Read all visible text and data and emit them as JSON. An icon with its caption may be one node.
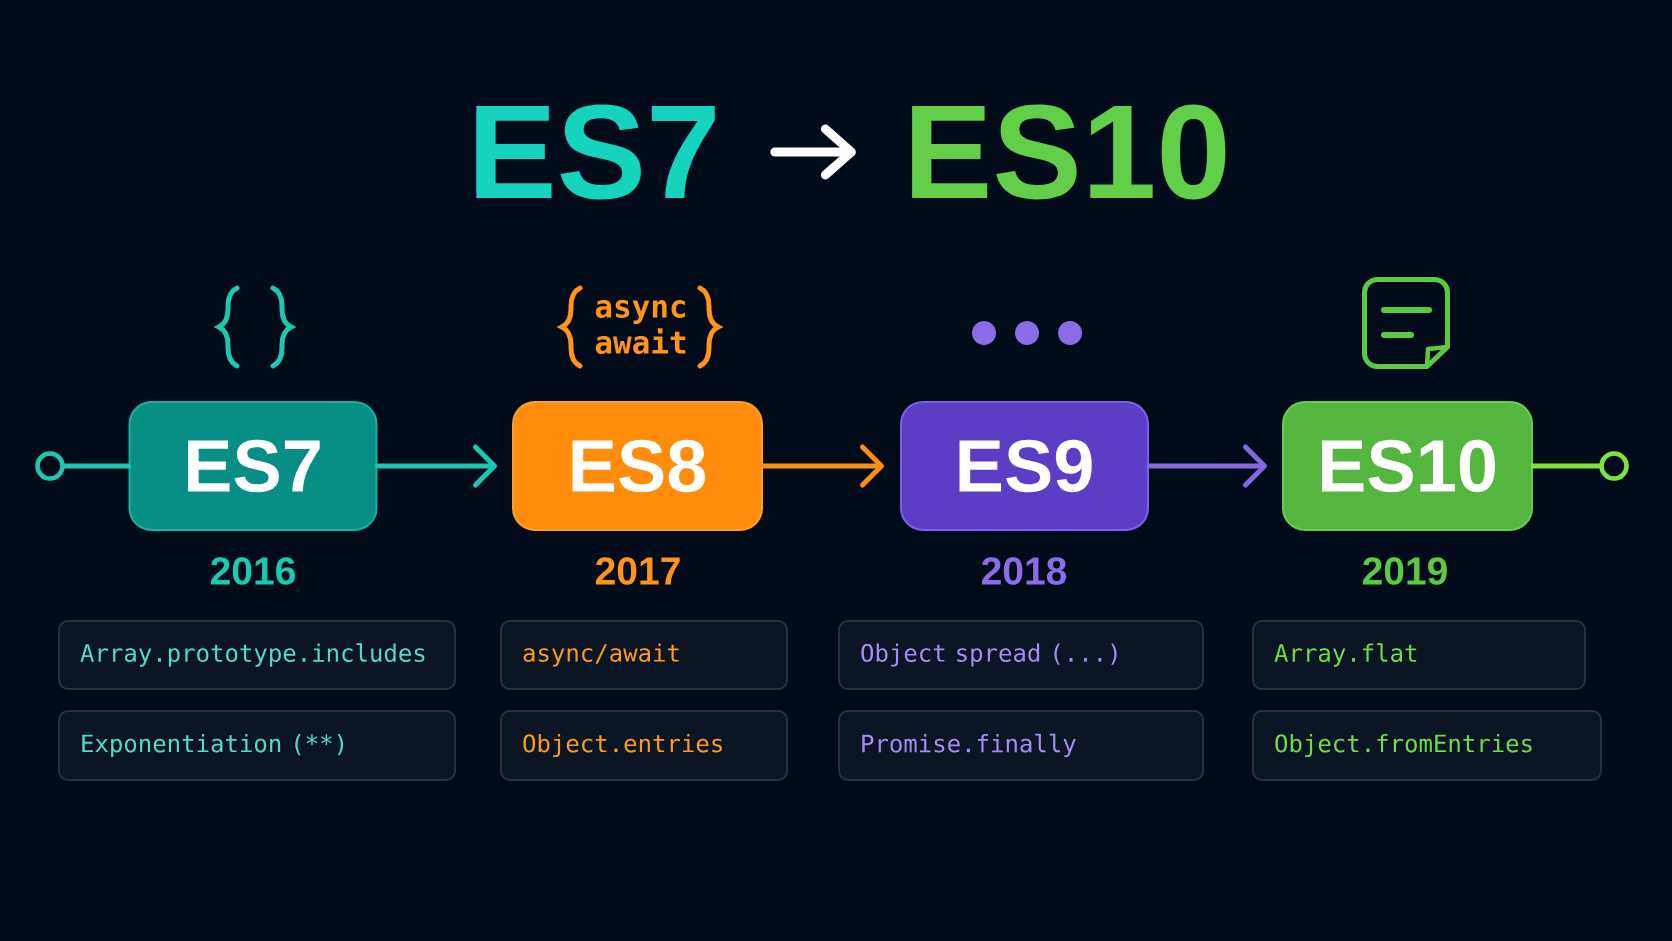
{
  "diagram": {
    "nodes": [
      {
        "text": [
          "ES7"
        ]
      },
      {
        "text": [
          "ES10"
        ]
      },
      {
        "text": [],
        "shape": "circle"
      },
      {
        "text": [
          "ES7"
        ],
        "beside": [
          "2016"
        ]
      },
      {
        "text": [
          "ES8"
        ],
        "beside": [
          "async await",
          "2017"
        ]
      },
      {
        "text": [
          "ES9"
        ],
        "beside": [
          "2018"
        ]
      },
      {
        "text": [
          "ES10"
        ],
        "beside": [
          "2019"
        ]
      },
      {
        "text": [],
        "shape": "circle"
      },
      {
        "text": [
          "Array.prototype.includes"
        ]
      },
      {
        "text": [
          "async/await"
        ]
      },
      {
        "text": [
          "Object spread (...)"
        ]
      },
      {
        "text": [
          "Array.flat"
        ]
      },
      {
        "text": [
          "Exponentiation (**)"
        ]
      },
      {
        "text": [
          "Object.entries"
        ]
      },
      {
        "text": [
          "Promise.finally"
        ]
      },
      {
        "text": [
          "Object.fromEntries"
        ]
      }
    ],
    "edges": [
      {
        "from": 0,
        "to": 1,
        "arrow": "to",
        "style": "thick",
        "color": "#ffffff"
      },
      {
        "from": 2,
        "to": 3,
        "arrow": "none"
      },
      {
        "from": 3,
        "to": 4,
        "arrow": "to"
      },
      {
        "from": 4,
        "to": 5,
        "arrow": "to",
        "color": "#ff8f12"
      },
      {
        "from": 5,
        "to": 6,
        "arrow": "to",
        "color": "#8468e2"
      },
      {
        "from": 6,
        "to": 7,
        "arrow": "none",
        "color": "#7fe53a"
      }
    ]
  }
}
